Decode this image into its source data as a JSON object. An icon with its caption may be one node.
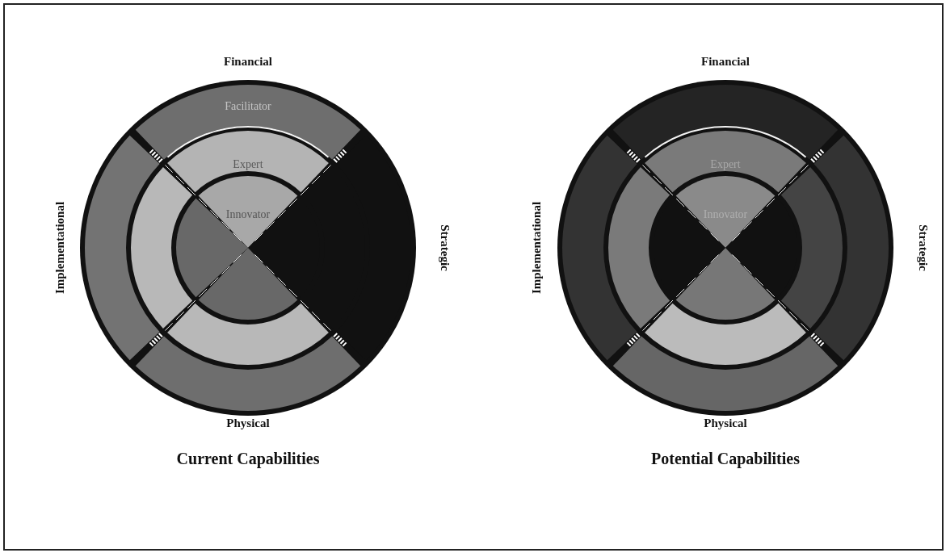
{
  "diagram": {
    "labels": [
      "Financial",
      "Financial",
      "Facilitator",
      "Expert",
      "Expert",
      "Innovator",
      "Innovator",
      "Implementational",
      "Strategic",
      "Implementational",
      "Strategic",
      "Physical",
      "Physical",
      "Current Capabilities",
      "Potential Capabilities"
    ]
  }
}
